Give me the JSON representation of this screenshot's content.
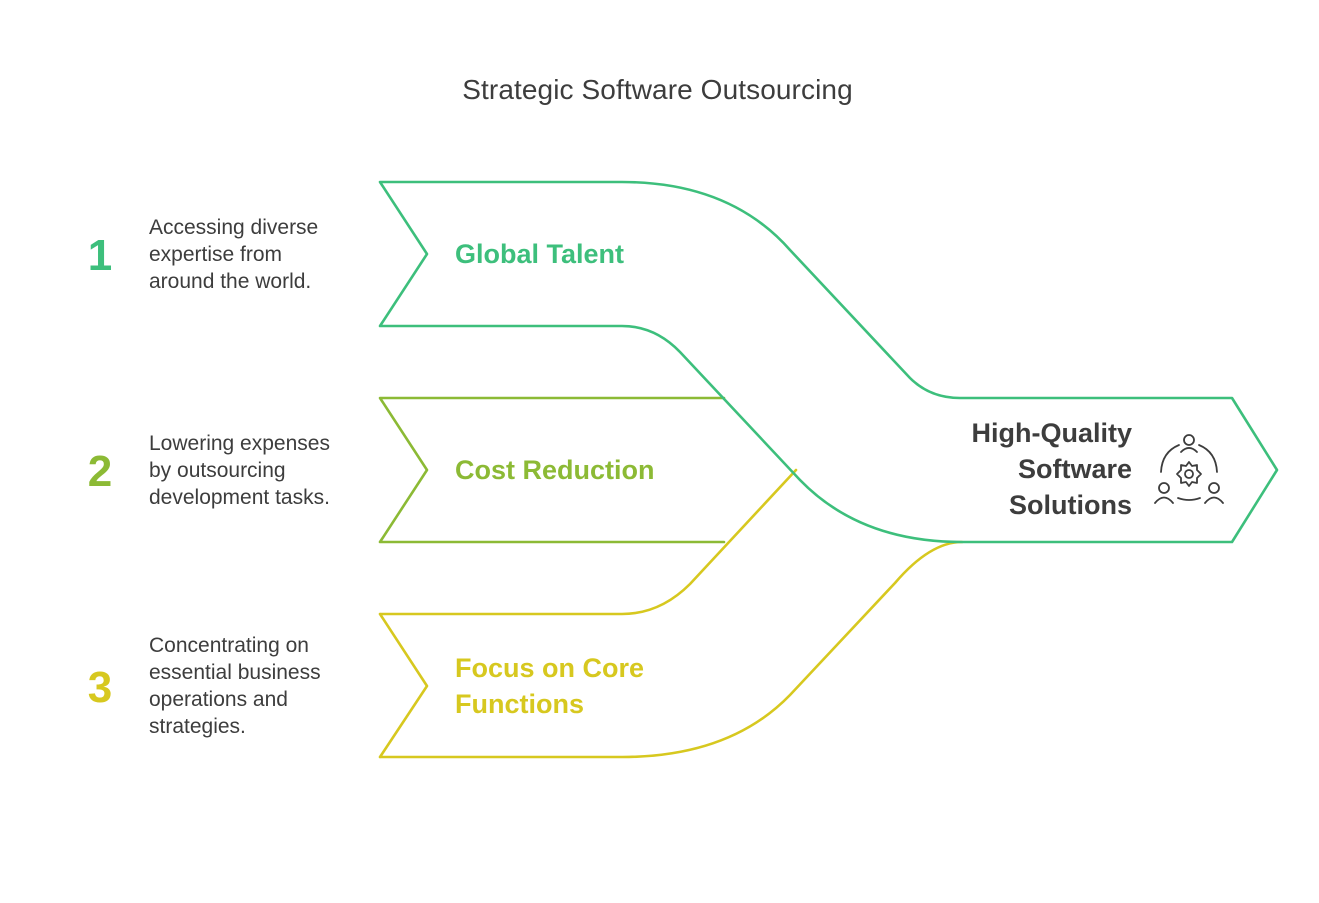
{
  "title": "Strategic Software Outsourcing",
  "colors": {
    "global_talent": "#3dbf7c",
    "cost_reduction": "#8cba35",
    "core_functions": "#d7c81f",
    "text": "#3d3d3d"
  },
  "items": [
    {
      "number": "1",
      "label": "Global Talent",
      "description": "Accessing diverse expertise from around the world."
    },
    {
      "number": "2",
      "label": "Cost Reduction",
      "description": "Lowering expenses by outsourcing development tasks."
    },
    {
      "number": "3",
      "label": "Focus on Core Functions",
      "description": "Concentrating on essential business operations and strategies."
    }
  ],
  "outcome": {
    "label": "High-Quality Software Solutions",
    "icon": "team-gear-icon"
  }
}
